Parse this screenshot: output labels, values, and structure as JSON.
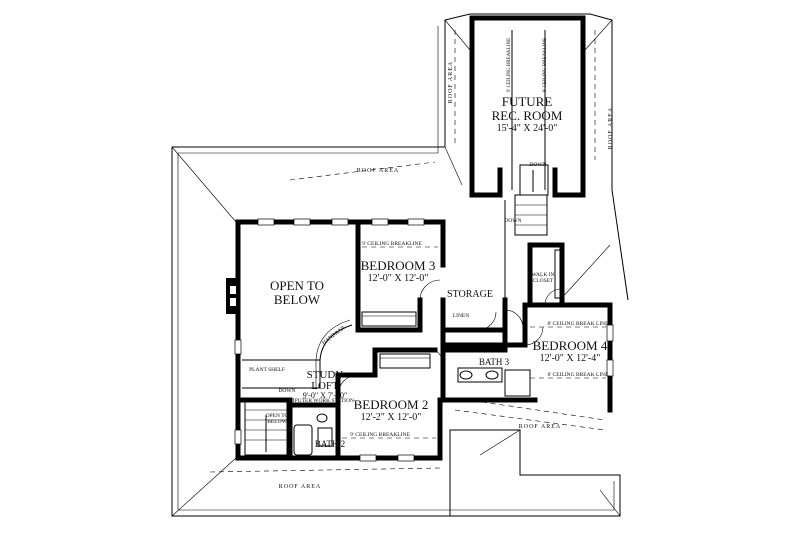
{
  "plan": {
    "rooms": {
      "future_rec_room": {
        "name_line1": "FUTURE",
        "name_line2": "REC. ROOM",
        "dims": "15'-4\" X 24'-0\""
      },
      "open_to_below": {
        "line1": "OPEN TO",
        "line2": "BELOW"
      },
      "bedroom3": {
        "name": "BEDROOM 3",
        "dims": "12'-0\" X 12'-0\""
      },
      "bedroom4": {
        "name": "BEDROOM 4",
        "dims": "12'-0\" X 12'-4\""
      },
      "bedroom2": {
        "name": "BEDROOM 2",
        "dims": "12'-2\" X 12'-0\""
      },
      "study_loft": {
        "name_line1": "STUDY",
        "name_line2": "LOFT",
        "dims": "9'-0\" X 7'-10\""
      },
      "storage": "STORAGE",
      "linen": "LINEN",
      "bath2": "BATH 2",
      "bath3": "BATH 3",
      "walk_in_closet_line1": "WALK IN",
      "walk_in_closet_line2": "CLOSET"
    },
    "labels": {
      "handrail": "HANDRAIL",
      "plant_shelf": "PLANT SHELF",
      "computer_work_station": "COMPUTER WORK STATION",
      "down": "DOWN",
      "open_to_below_small_line1": "OPEN TO",
      "open_to_below_small_line2": "BELOW",
      "ceiling_breakline_9": "9' CEILING BREAKLINE",
      "ceiling_break_line_8": "8' CEILING BREAK LINE",
      "roof_area": "ROOF AREA"
    }
  }
}
